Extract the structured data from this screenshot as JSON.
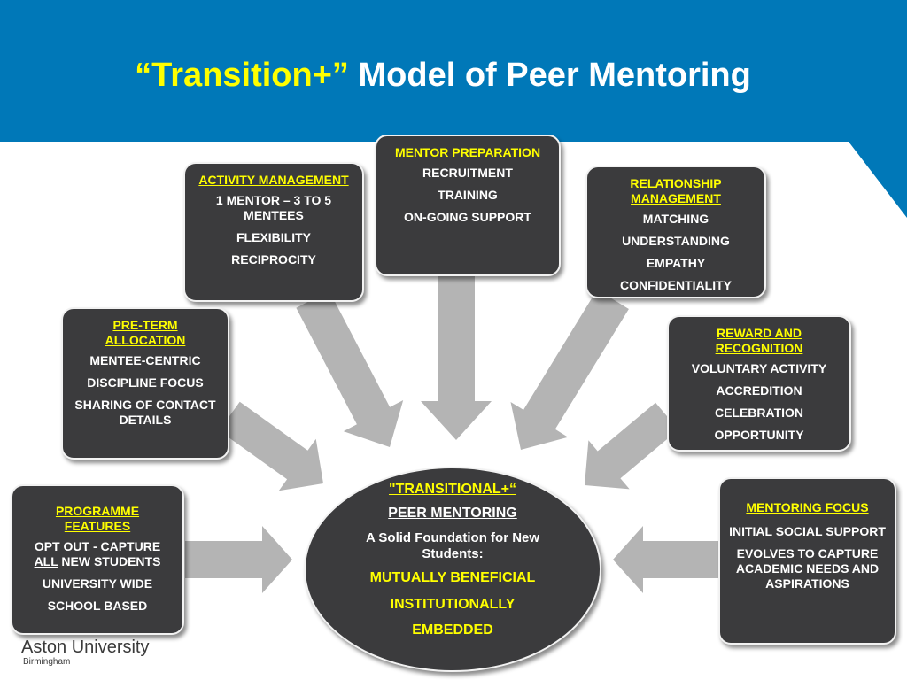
{
  "title": {
    "accent": "“Transition+”",
    "rest": " Model of Peer Mentoring"
  },
  "colors": {
    "banner": "#0078b8",
    "box": "#3b3b3d",
    "heading": "#ffff00",
    "arrow": "#b4b4b4"
  },
  "boxes": {
    "activity": {
      "heading": "ACTIVITY MANAGEMENT",
      "lines": [
        "1 MENTOR – 3 TO 5 MENTEES",
        "FLEXIBILITY",
        "RECIPROCITY"
      ]
    },
    "mentor_prep": {
      "heading": "MENTOR PREPARATION",
      "lines": [
        "RECRUITMENT",
        "TRAINING",
        "ON-GOING SUPPORT"
      ]
    },
    "relationship": {
      "heading": "RELATIONSHIP MANAGEMENT",
      "lines": [
        "MATCHING",
        "UNDERSTANDING",
        "EMPATHY",
        "CONFIDENTIALITY"
      ]
    },
    "preterm": {
      "heading": "PRE-TERM ALLOCATION",
      "lines": [
        "MENTEE-CENTRIC",
        "DISCIPLINE FOCUS",
        "SHARING OF CONTACT DETAILS"
      ]
    },
    "reward": {
      "heading": "REWARD AND RECOGNITION",
      "lines": [
        "VOLUNTARY ACTIVITY",
        "ACCREDITION",
        "CELEBRATION",
        "OPPORTUNITY"
      ]
    },
    "programme": {
      "heading": "PROGRAMME FEATURES",
      "line1_pre": "OPT OUT - CAPTURE ",
      "line1_underlined": "ALL",
      "line1_post": " NEW STUDENTS",
      "lines": [
        "UNIVERSITY WIDE",
        "SCHOOL BASED"
      ]
    },
    "focus": {
      "heading": "MENTORING FOCUS",
      "lines": [
        "INITIAL SOCIAL SUPPORT",
        "EVOLVES  TO CAPTURE ACADEMIC NEEDS AND ASPIRATIONS"
      ]
    }
  },
  "center": {
    "heading": "\"TRANSITIONAL+“",
    "subheading": " PEER MENTORING",
    "tagline": "A Solid Foundation for New Students:",
    "line1": "MUTUALLY BENEFICIAL",
    "line2": "INSTITUTIONALLY",
    "line3": "EMBEDDED"
  },
  "logo": {
    "name": "Aston University",
    "city": "Birmingham"
  }
}
